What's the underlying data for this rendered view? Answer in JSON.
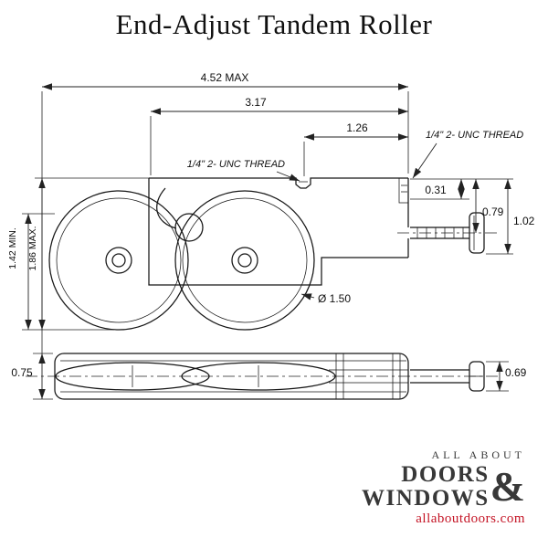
{
  "title": "End-Adjust Tandem Roller",
  "dimensions": {
    "overall_length": "4.52 MAX",
    "body_length": "3.17",
    "thread_length": "1.26",
    "thread_spec_left": "1/4\" 2- UNC THREAD",
    "thread_spec_right": "1/4\" 2- UNC THREAD",
    "step_height": "0.31",
    "shaft_offset": "0.79",
    "end_height": "1.02",
    "height_min": "1.42 MIN.",
    "height_max": "1.86 MAX.",
    "roller_diameter": "Ø 1.50",
    "plan_width_left": "0.75",
    "plan_width_right": "0.69"
  },
  "logo": {
    "tagline": "ALL ABOUT",
    "word1": "DOORS",
    "ampersand": "&",
    "word2": "WINDOWS",
    "website": "allaboutdoors.com"
  },
  "colors": {
    "line": "#161616",
    "logo_text": "#383838",
    "website": "#c41425"
  }
}
